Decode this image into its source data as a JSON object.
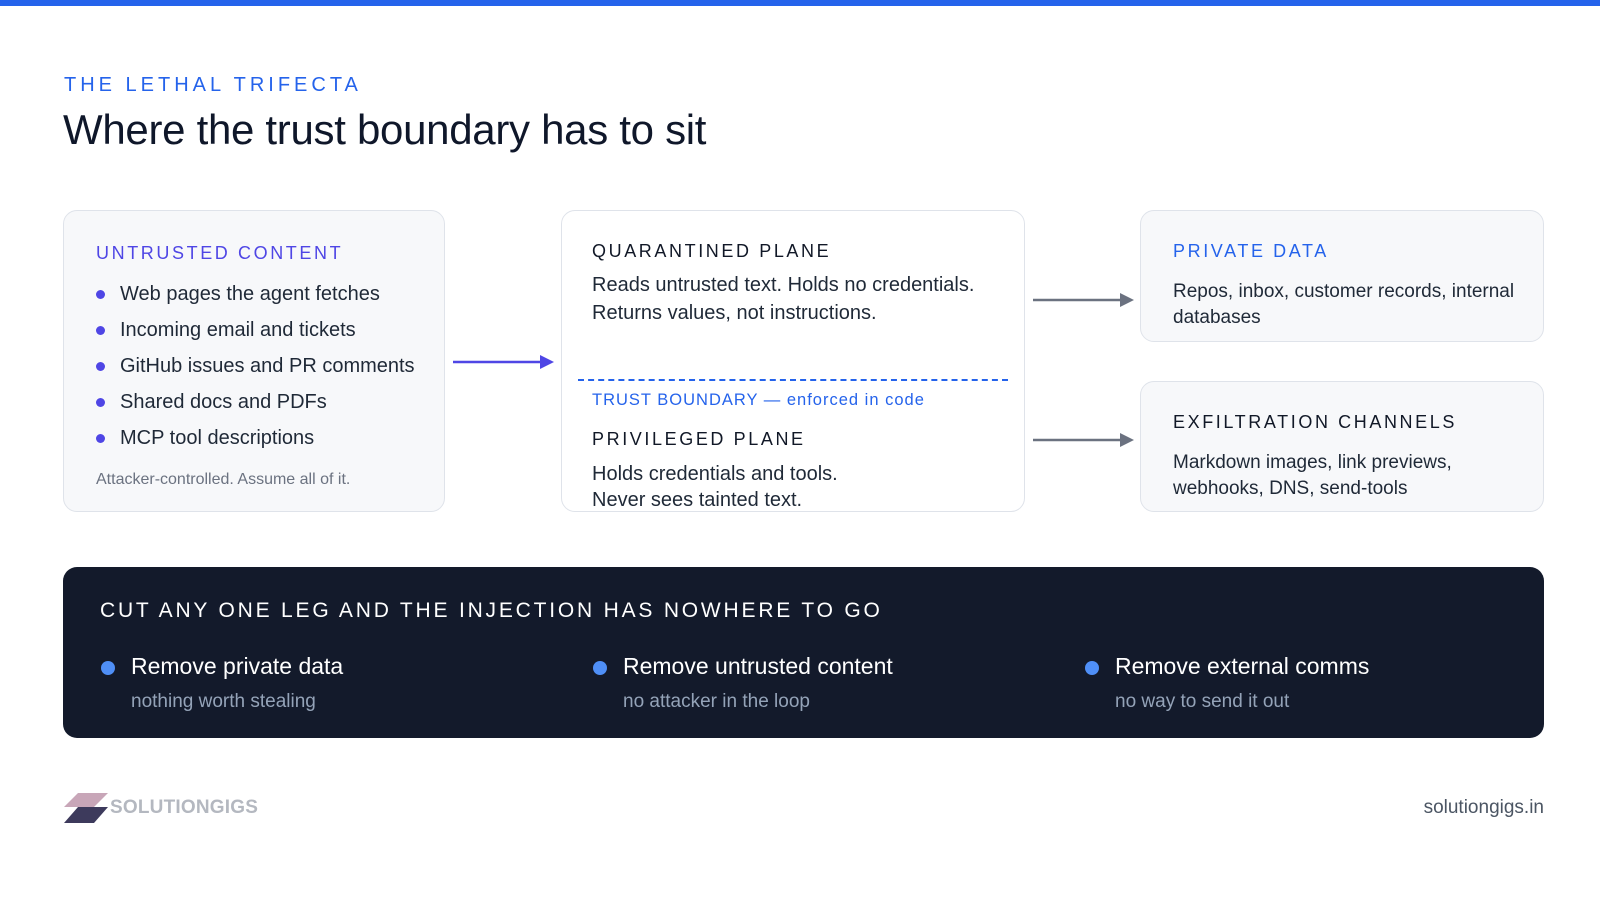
{
  "header": {
    "eyebrow": "THE LETHAL TRIFECTA",
    "title": "Where the trust boundary has to sit"
  },
  "untrusted": {
    "label": "UNTRUSTED CONTENT",
    "items": [
      "Web pages the agent fetches",
      "Incoming email and tickets",
      "GitHub issues and PR comments",
      "Shared docs and PDFs",
      "MCP tool descriptions"
    ],
    "note": "Attacker-controlled. Assume all of it."
  },
  "planes": {
    "quarantined_label": "QUARANTINED PLANE",
    "quarantined_text": "Reads untrusted text. Holds no credentials. Returns values, not instructions.",
    "boundary_label": "TRUST BOUNDARY — enforced in code",
    "privileged_label": "PRIVILEGED PLANE",
    "privileged_line1": "Holds credentials and tools.",
    "privileged_line2": "Never sees tainted text."
  },
  "private_data": {
    "label": "PRIVATE DATA",
    "text": "Repos, inbox, customer records, internal databases"
  },
  "exfiltration": {
    "label": "EXFILTRATION CHANNELS",
    "text": "Markdown images, link previews, webhooks, DNS, send-tools"
  },
  "banner": {
    "heading": "CUT ANY ONE LEG AND THE INJECTION HAS NOWHERE TO GO",
    "legs": [
      {
        "title": "Remove private data",
        "subtitle": "nothing worth stealing"
      },
      {
        "title": "Remove untrusted content",
        "subtitle": "no attacker in the loop"
      },
      {
        "title": "Remove external comms",
        "subtitle": "no way to send it out"
      }
    ]
  },
  "footer": {
    "logo_text": "SOLUTIONGIGS",
    "site": "solutiongigs.in"
  },
  "colors": {
    "accent_blue": "#2563eb",
    "accent_indigo": "#4f46e5",
    "banner_bg": "#131a2b",
    "arrow_gray": "#6b7280"
  },
  "icons": {
    "arrow_in": "arrow-right-icon",
    "arrow_out": "arrow-right-icon",
    "bullet": "bullet-dot-icon",
    "logo": "solutiongigs-logo-icon"
  }
}
